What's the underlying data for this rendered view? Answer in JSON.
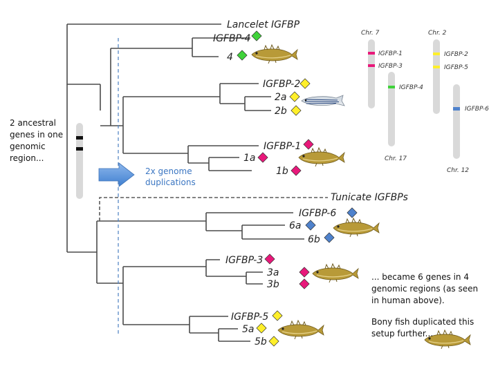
{
  "colors": {
    "green": "#3fd23a",
    "yellow": "#ffef2a",
    "pink": "#e8187a",
    "blue": "#4f82cc",
    "chromosome": "#d9d9d9"
  },
  "outgroups": {
    "lancelet": "Lancelet IGFBP",
    "tunicate": "Tunicate IGFBPs"
  },
  "tips": [
    {
      "id": "igfbp4",
      "label": "IGFBP-4",
      "color": "green"
    },
    {
      "id": "g4",
      "label": "4",
      "color": "green"
    },
    {
      "id": "igfbp2",
      "label": "IGFBP-2",
      "color": "yellow"
    },
    {
      "id": "g2a",
      "label": "2a",
      "color": "yellow"
    },
    {
      "id": "g2b",
      "label": "2b",
      "color": "yellow"
    },
    {
      "id": "igfbp1",
      "label": "IGFBP-1",
      "color": "pink"
    },
    {
      "id": "g1a",
      "label": "1a",
      "color": "pink"
    },
    {
      "id": "g1b",
      "label": "1b",
      "color": "pink"
    },
    {
      "id": "igfbp6",
      "label": "IGFBP-6",
      "color": "blue"
    },
    {
      "id": "g6a",
      "label": "6a",
      "color": "blue"
    },
    {
      "id": "g6b",
      "label": "6b",
      "color": "blue"
    },
    {
      "id": "igfbp3",
      "label": "IGFBP-3",
      "color": "pink"
    },
    {
      "id": "g3a",
      "label": "3a",
      "color": "pink"
    },
    {
      "id": "g3b",
      "label": "3b",
      "color": "pink"
    },
    {
      "id": "igfbp5",
      "label": "IGFBP-5",
      "color": "yellow"
    },
    {
      "id": "g5a",
      "label": "5a",
      "color": "yellow"
    },
    {
      "id": "g5b",
      "label": "5b",
      "color": "yellow"
    }
  ],
  "chromosomes": [
    {
      "name": "Chr. 7",
      "genes": [
        {
          "label": "IGFBP-1",
          "color": "pink"
        },
        {
          "label": "IGFBP-3",
          "color": "pink"
        }
      ]
    },
    {
      "name": "Chr. 17",
      "genes": [
        {
          "label": "IGFBP-4",
          "color": "green"
        }
      ]
    },
    {
      "name": "Chr. 2",
      "genes": [
        {
          "label": "IGFBP-2",
          "color": "yellow"
        },
        {
          "label": "IGFBP-5",
          "color": "yellow"
        }
      ]
    },
    {
      "name": "Chr. 12",
      "genes": [
        {
          "label": "IGFBP-6",
          "color": "blue"
        }
      ]
    }
  ],
  "notes": {
    "ancestral": [
      "2 ancestral",
      "genes in one",
      "genomic",
      "region..."
    ],
    "duplication": [
      "2x genome",
      "duplications"
    ],
    "became": [
      "... became 6 genes in 4",
      "genomic regions (as seen",
      "in human above)."
    ],
    "bony_fish": [
      "Bony fish duplicated this",
      "setup further..."
    ]
  },
  "icons": [
    "stickleback-fish-icon",
    "zebrafish-icon",
    "duplication-arrow-icon"
  ]
}
